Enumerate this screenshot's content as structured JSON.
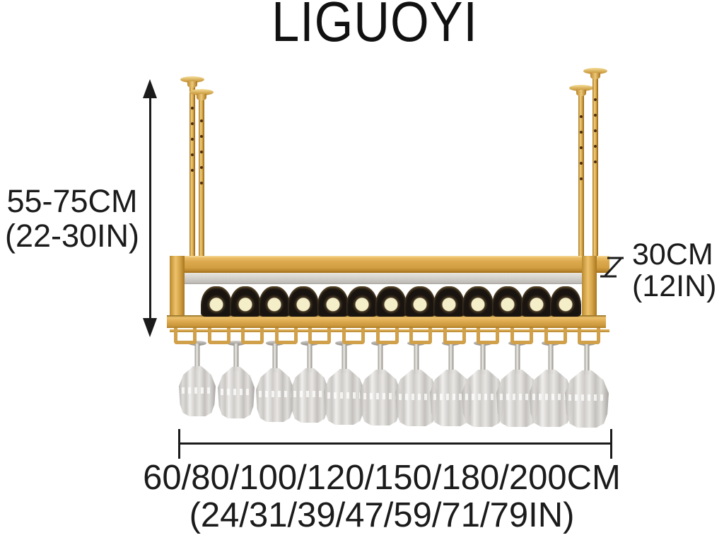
{
  "title": "LIGUOYI",
  "annotations": {
    "height": {
      "line1": "55-75CM",
      "line2": "(22-30IN)"
    },
    "depth": {
      "line1": "30CM",
      "line2": "(12IN)"
    },
    "width": {
      "line1": "60/80/100/120/150/180/200CM",
      "line2": "(24/31/39/47/59/71/79IN)"
    }
  },
  "rack": {
    "bottle_count": 13,
    "glass_count": 12,
    "hook_count": 13,
    "rod_count": 4,
    "rod_hole_count": 5,
    "colors": {
      "gold": "#D9A74B",
      "gold-light": "#F2CE82",
      "gold-dark": "#A9771F",
      "silver": "#D9D6D1",
      "bottle": "#191410",
      "bottle-cap": "#F4EEC9",
      "glass": "#D6D3CF",
      "annotation": "#1B1B1B",
      "background": "#FFFFFF"
    }
  }
}
